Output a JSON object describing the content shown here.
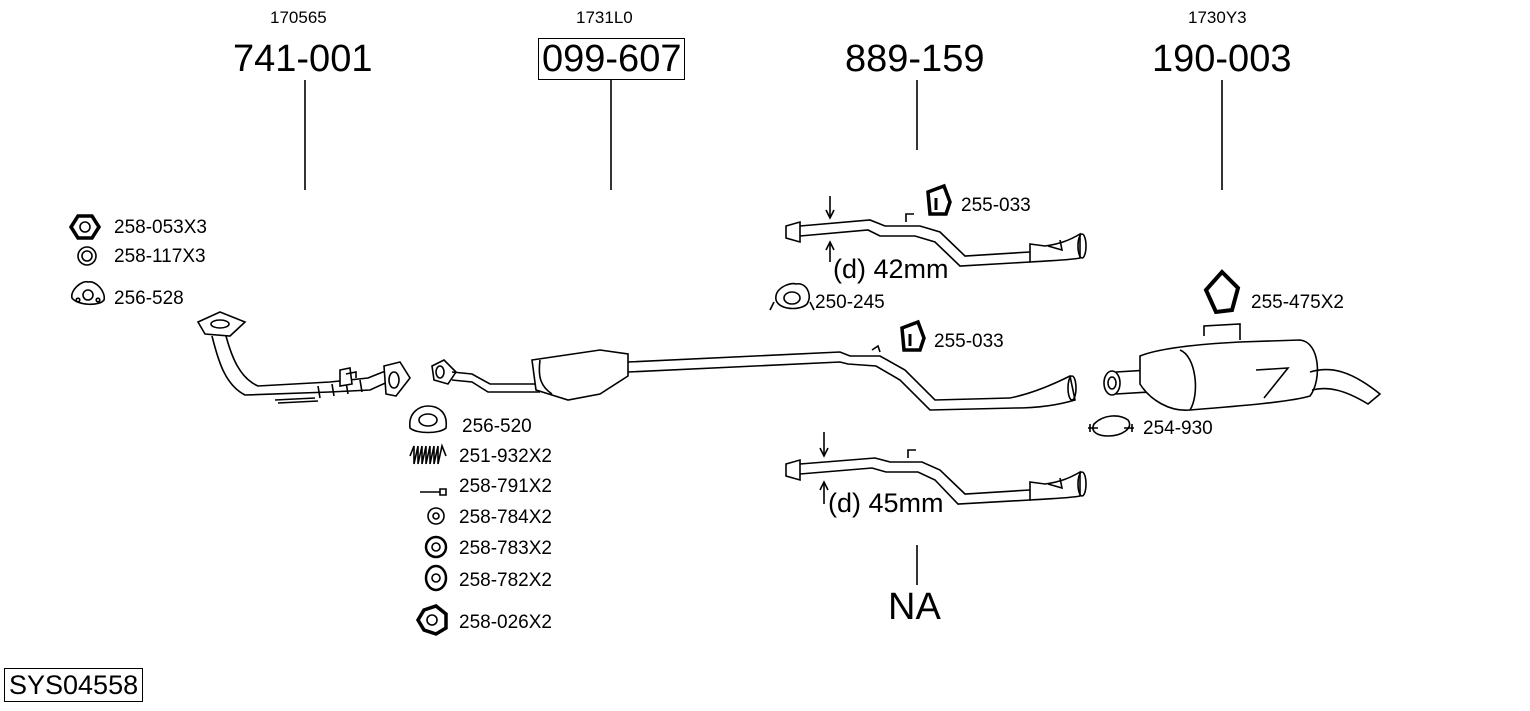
{
  "groups": [
    {
      "ref": "170565",
      "number": "741-001"
    },
    {
      "ref": "1731L0",
      "number": "099-607"
    },
    {
      "ref": "",
      "number": "889-159"
    },
    {
      "ref": "1730Y3",
      "number": "190-003"
    }
  ],
  "na_label": "NA",
  "system_id": "SYS04558",
  "dimensions": {
    "upper": "(d) 42mm",
    "lower": "(d) 45mm"
  },
  "parts": {
    "nut_a": "258-053X3",
    "ring_a": "258-117X3",
    "gasket_a": "256-528",
    "gasket_b": "256-520",
    "spring": "251-932X2",
    "bolt": "258-791X2",
    "washer_a": "258-784X2",
    "washer_b": "258-783X2",
    "washer_c": "258-782X2",
    "nut_b": "258-026X2",
    "hanger_a": "255-033",
    "clamp_a": "250-245",
    "hanger_b": "255-033",
    "hanger_c": "255-475X2",
    "clamp_b": "254-930"
  }
}
